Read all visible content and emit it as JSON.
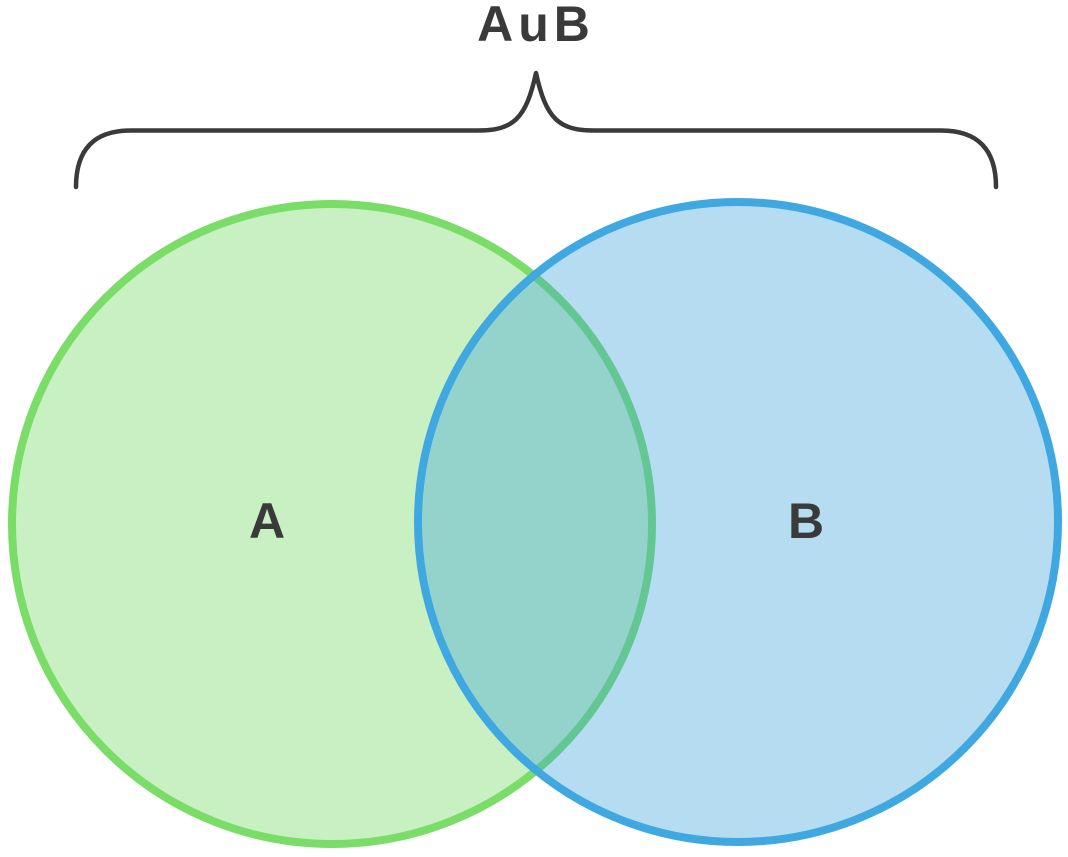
{
  "diagram": {
    "type": "venn",
    "union": {
      "label": "AuB"
    },
    "sets": [
      {
        "label": "A",
        "fill": "#c8f0c2",
        "fill_opacity": "1",
        "stroke": "#79dd67"
      },
      {
        "label": "B",
        "fill": "#3fa3dc",
        "fill_opacity": "0.38",
        "stroke": "#3fa8e0"
      }
    ],
    "colors": {
      "background": "#ffffff",
      "line": "#3a3a3a",
      "text": "#3a3a3a"
    }
  }
}
